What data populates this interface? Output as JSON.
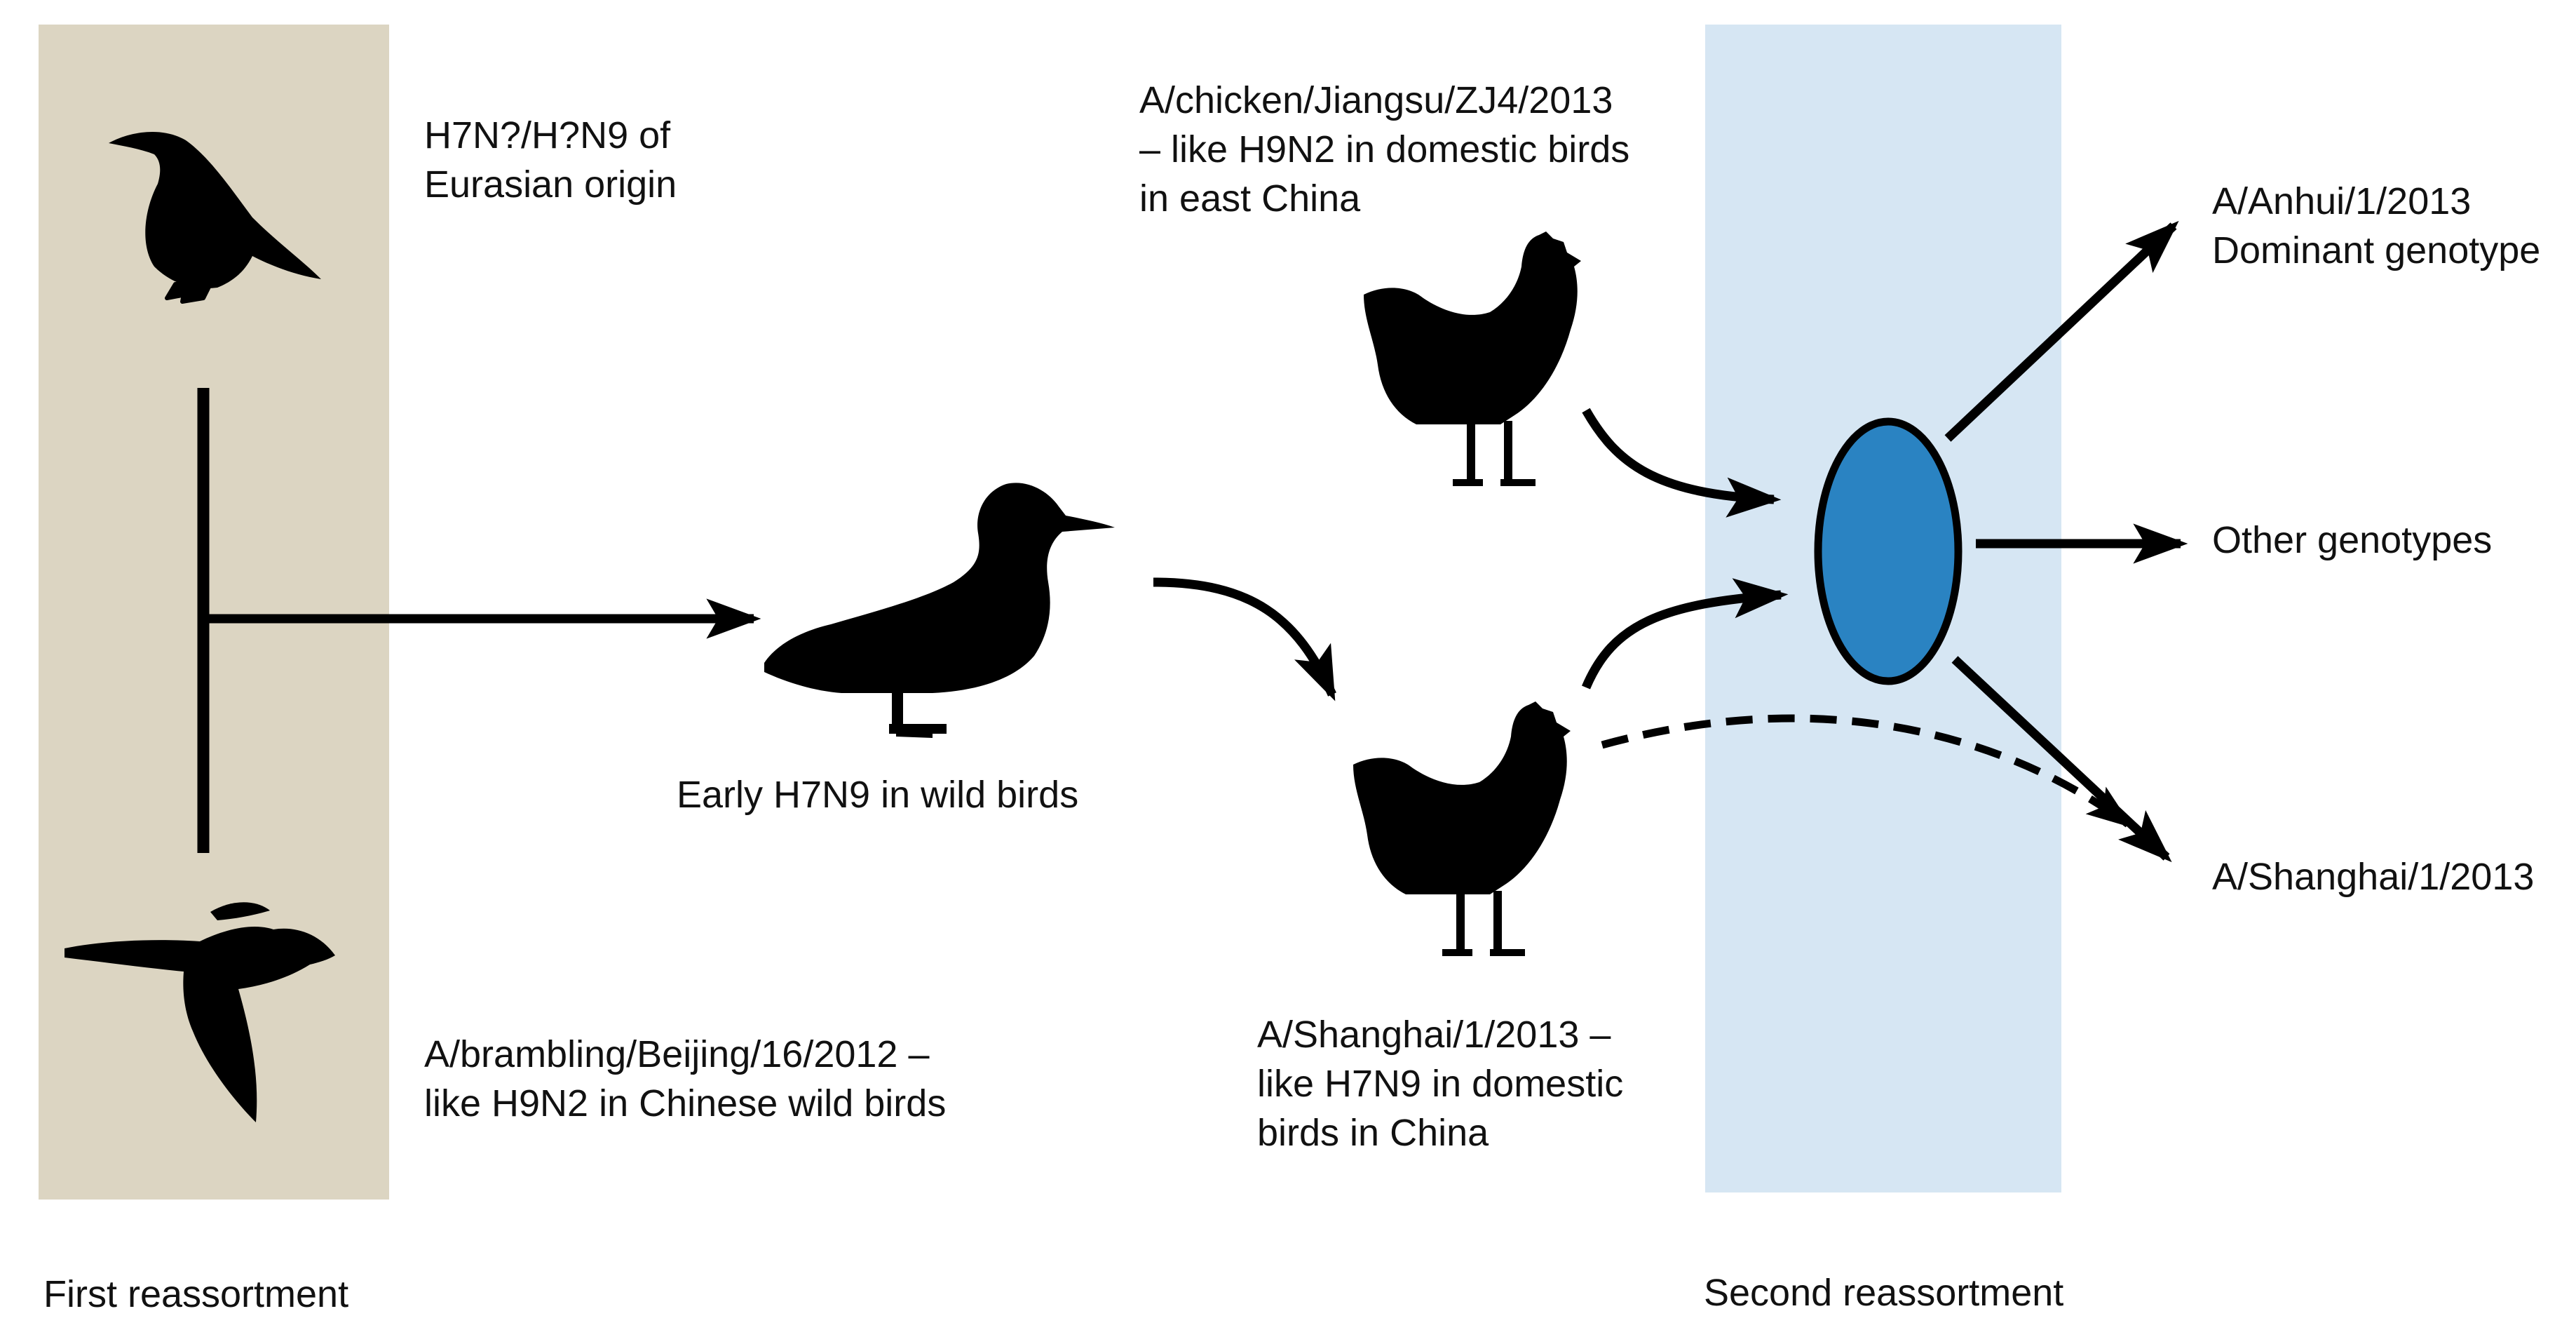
{
  "labels": {
    "eurasian_origin": [
      "H7N?/H?N9 of",
      "Eurasian origin"
    ],
    "brambling": [
      "A/brambling/Beijing/16/2012 –",
      "like H9N2 in Chinese wild birds"
    ],
    "early_h7n9": "Early H7N9 in wild birds",
    "chicken_jiangsu": [
      "A/chicken/Jiangsu/ZJ4/2013",
      "– like H9N2 in domestic birds",
      "in east China"
    ],
    "shanghai_domestic": [
      "A/Shanghai/1/2013 –",
      "like H7N9 in domestic",
      "birds in China"
    ],
    "anhui": [
      "A/Anhui/1/2013",
      "Dominant genotype"
    ],
    "other_genotypes": "Other genotypes",
    "shanghai_out": "A/Shanghai/1/2013",
    "first_reassortment": "First reassortment",
    "second_reassortment": "Second reassortment"
  },
  "icons": {
    "wild_bird_perched": "starling-silhouette-icon",
    "wild_bird_flying": "brambling-silhouette-icon",
    "duck": "duck-silhouette-icon",
    "chicken_top": "chicken-silhouette-icon",
    "chicken_bottom": "chicken-silhouette-icon"
  },
  "colors": {
    "first_panel": "#dcd5c2",
    "second_panel": "#d6e6f3",
    "reassortment_node": "#2a83c2",
    "silhouette": "#000000"
  }
}
